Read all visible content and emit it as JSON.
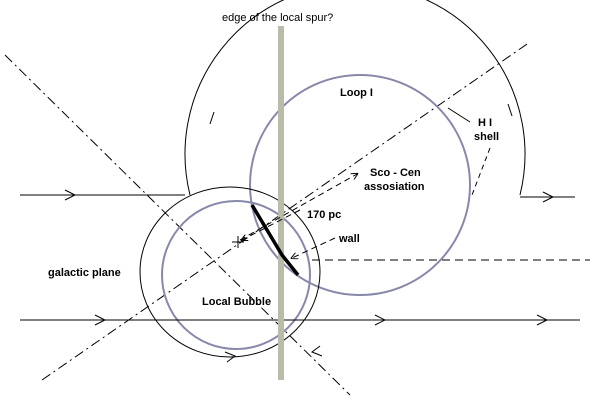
{
  "labels": {
    "spur": "edge of the local spur?",
    "loop": "Loop I",
    "hi_1": "H I",
    "hi_2": "shell",
    "sco_1": "Sco - Cen",
    "sco_2": "assosiation",
    "distance": "170 pc",
    "wall": "wall",
    "plane": "galactic plane",
    "bubble": "Local Bubble"
  },
  "colors": {
    "ink": "#000000",
    "bubble_circle": "#8888aa",
    "spur_band": "#bbbbaa"
  }
}
